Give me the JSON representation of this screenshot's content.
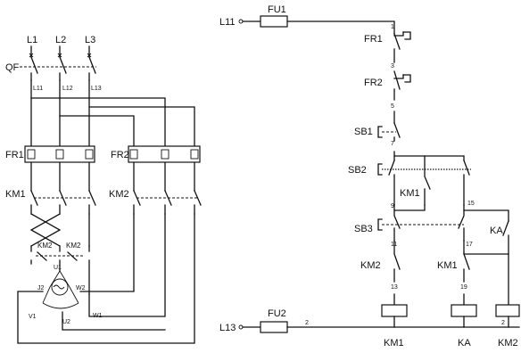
{
  "power": {
    "phases": [
      "L1",
      "L2",
      "L3"
    ],
    "breaker": "QF",
    "line_taps": [
      "L11",
      "L12",
      "L13"
    ],
    "overload_1": "FR1",
    "overload_2": "FR2",
    "contactor_1": "KM1",
    "contactor_2": "KM2",
    "delta_contactor_a": "KM2",
    "delta_contactor_b": "KM2",
    "motor_terminals": [
      "U1",
      "J2",
      "W2",
      "V1",
      "U2",
      "W1"
    ]
  },
  "control": {
    "supply_in": "L11",
    "supply_out": "L13",
    "fuse_1": "FU1",
    "fuse_2": "FU2",
    "fr1": "FR1",
    "fr2": "FR2",
    "sb1": "SB1",
    "sb2": "SB2",
    "sb3": "SB3",
    "km1_aux": "KM1",
    "km2_contact": "KM2",
    "km1_contact": "KM1",
    "ka_contact": "KA",
    "nodes": [
      "1",
      "3",
      "5",
      "7",
      "9",
      "15",
      "11",
      "17",
      "13",
      "19",
      "2",
      "2"
    ],
    "coils": [
      "KM1",
      "KA",
      "KM2"
    ]
  }
}
